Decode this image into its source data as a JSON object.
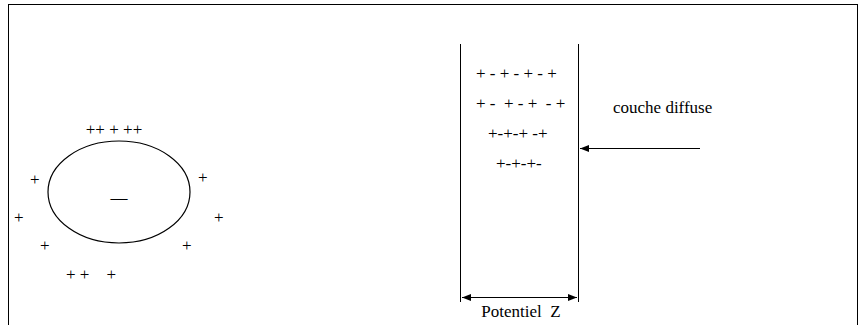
{
  "diagram": {
    "nodes": [
      {
        "text": [
          "—"
        ]
      }
    ],
    "labels": [
      "++ + ++",
      "+",
      "+",
      "+",
      "+",
      "+",
      "+",
      "+ +    +",
      "+ - + - + - +",
      "+ -  + - +  - +",
      "+-+-+ -+",
      "+-+-+-",
      "couche diffuse",
      "Potentiel  Z"
    ]
  }
}
